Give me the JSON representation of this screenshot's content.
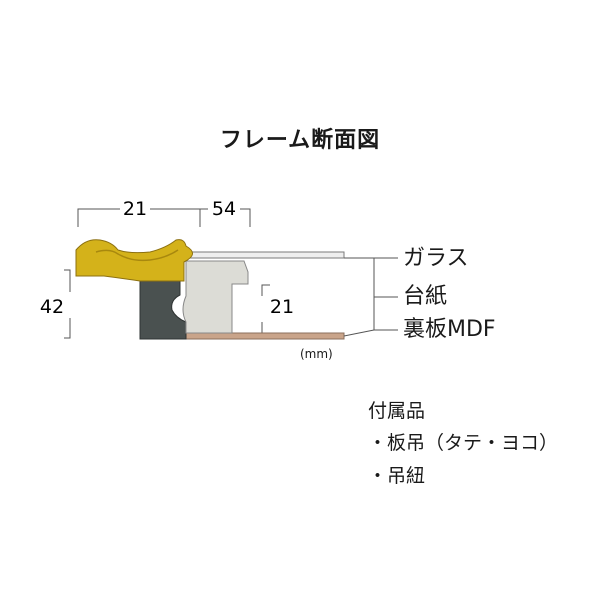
{
  "title": "フレーム断面図",
  "dimensions": {
    "top_left": "21",
    "top_right": "54",
    "height": "42",
    "rabbet_depth": "21"
  },
  "parts": {
    "glass": "ガラス",
    "mat": "台紙",
    "back_board": "裏板MDF"
  },
  "unit": "(mm)",
  "accessories": {
    "heading": "付属品",
    "items": [
      "・板吊（タテ・ヨコ）",
      "・吊紐"
    ]
  },
  "colors": {
    "frame_gold": "#d4b21a",
    "frame_gold_shadow": "#a8880e",
    "frame_dark": "#4a5150",
    "liner_silver": "#d8d8d2",
    "back_board": "#c9a48a",
    "glass": "#e6e6e6",
    "lines": "#555555"
  }
}
